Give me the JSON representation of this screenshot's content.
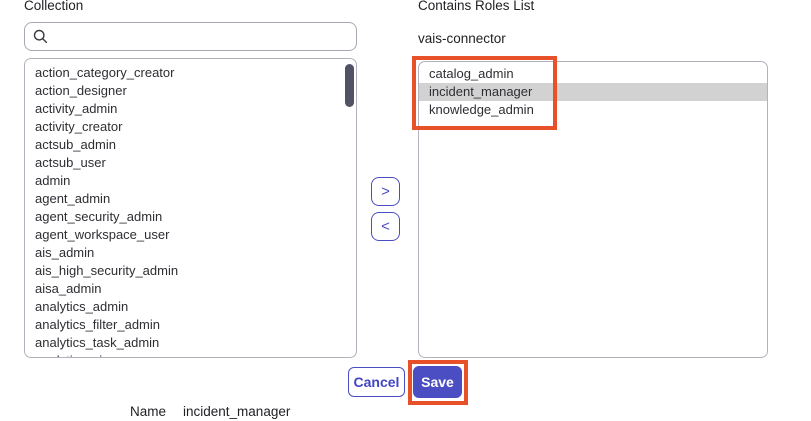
{
  "left_panel": {
    "label": "Collection",
    "search": {
      "value": "",
      "placeholder": ""
    },
    "items": [
      "action_category_creator",
      "action_designer",
      "activity_admin",
      "activity_creator",
      "actsub_admin",
      "actsub_user",
      "admin",
      "agent_admin",
      "agent_security_admin",
      "agent_workspace_user",
      "ais_admin",
      "ais_high_security_admin",
      "aisa_admin",
      "analytics_admin",
      "analytics_filter_admin",
      "analytics_task_admin",
      "analytics_viewer"
    ]
  },
  "right_panel": {
    "label": "Contains Roles List",
    "group_name": "vais-connector",
    "items": [
      {
        "label": "catalog_admin",
        "selected": false
      },
      {
        "label": "incident_manager",
        "selected": true
      },
      {
        "label": "knowledge_admin",
        "selected": false
      }
    ]
  },
  "transfer": {
    "add_glyph": ">",
    "remove_glyph": "<"
  },
  "footer": {
    "cancel_label": "Cancel",
    "save_label": "Save",
    "name_label": "Name",
    "name_value": "incident_manager"
  },
  "icons": {
    "search": "magnifier"
  },
  "colors": {
    "accent": "#4a4ec2",
    "annotation": "#e8502a",
    "selection": "#d2d2d2",
    "scrollbar": "#515264"
  }
}
